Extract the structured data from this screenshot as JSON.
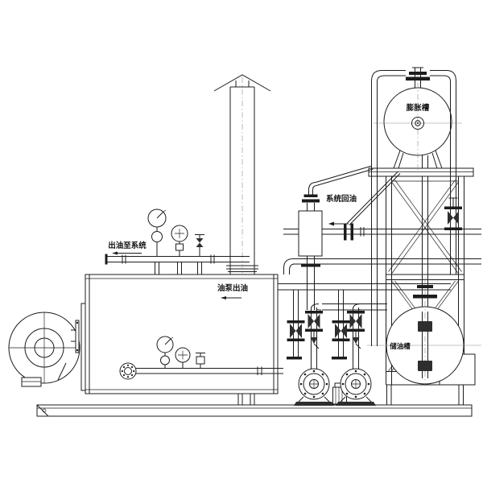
{
  "diagram": {
    "kind": "thermal-oil-heater-piping-drawing",
    "background": "#ffffff",
    "line_color": "#1c1c1c",
    "labels": {
      "outlet_to_system": "出油至系统",
      "pump_outlet": "油泵出油",
      "system_return": "系统回油",
      "expansion_tank": "膨胀槽",
      "storage_tank": "储油槽"
    }
  }
}
